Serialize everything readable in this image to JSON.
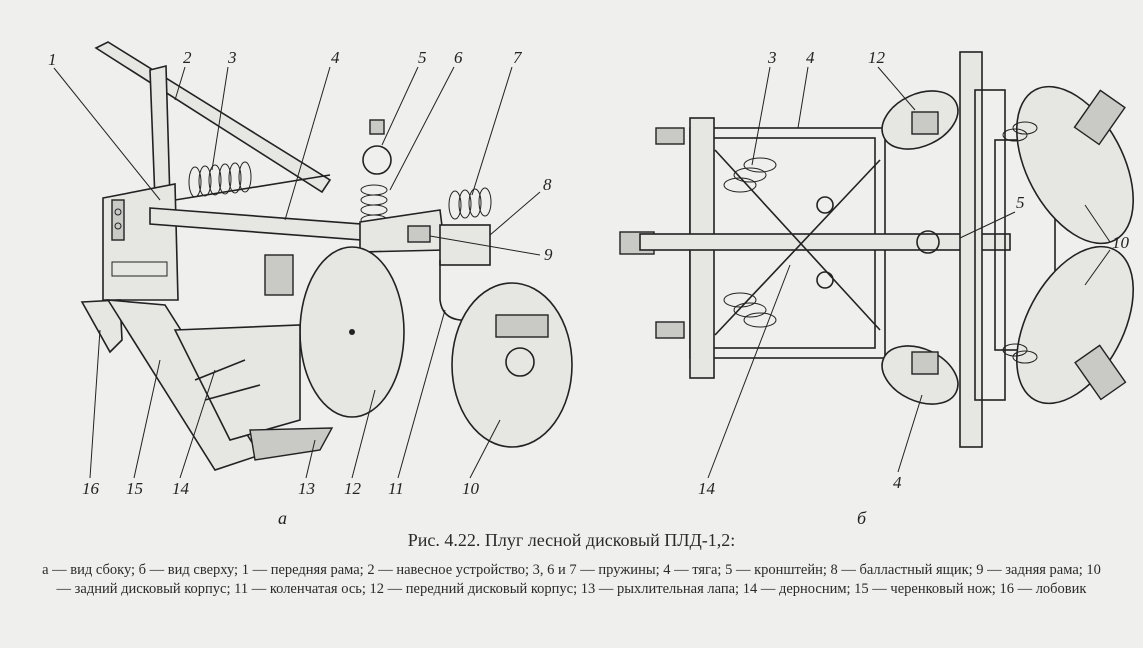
{
  "figure": {
    "view_a_label": "а",
    "view_b_label": "б",
    "callouts_a": [
      "1",
      "2",
      "3",
      "4",
      "5",
      "6",
      "7",
      "8",
      "9",
      "10",
      "11",
      "12",
      "13",
      "14",
      "15",
      "16"
    ],
    "callouts_b": [
      "3",
      "4",
      "12",
      "5",
      "10",
      "14",
      "4"
    ]
  },
  "caption": "Рис. 4.22. Плуг лесной дисковый ПЛД-1,2:",
  "legend": "а — вид сбоку; б — вид сверху; 1 — передняя рама; 2 — навесное устройство; 3, 6 и 7 — пружины; 4 — тяга; 5 — кронштейн; 8 — балластный ящик; 9 — задняя рама; 10 — задний дисковый корпус; 11 — коленчатая ось; 12 — передний дисковый корпус; 13 — рыхлительная лапа; 14 — дерносним; 15 — черенковый нож; 16 — лобовик",
  "colors": {
    "background": "#efefed",
    "ink": "#222222"
  }
}
